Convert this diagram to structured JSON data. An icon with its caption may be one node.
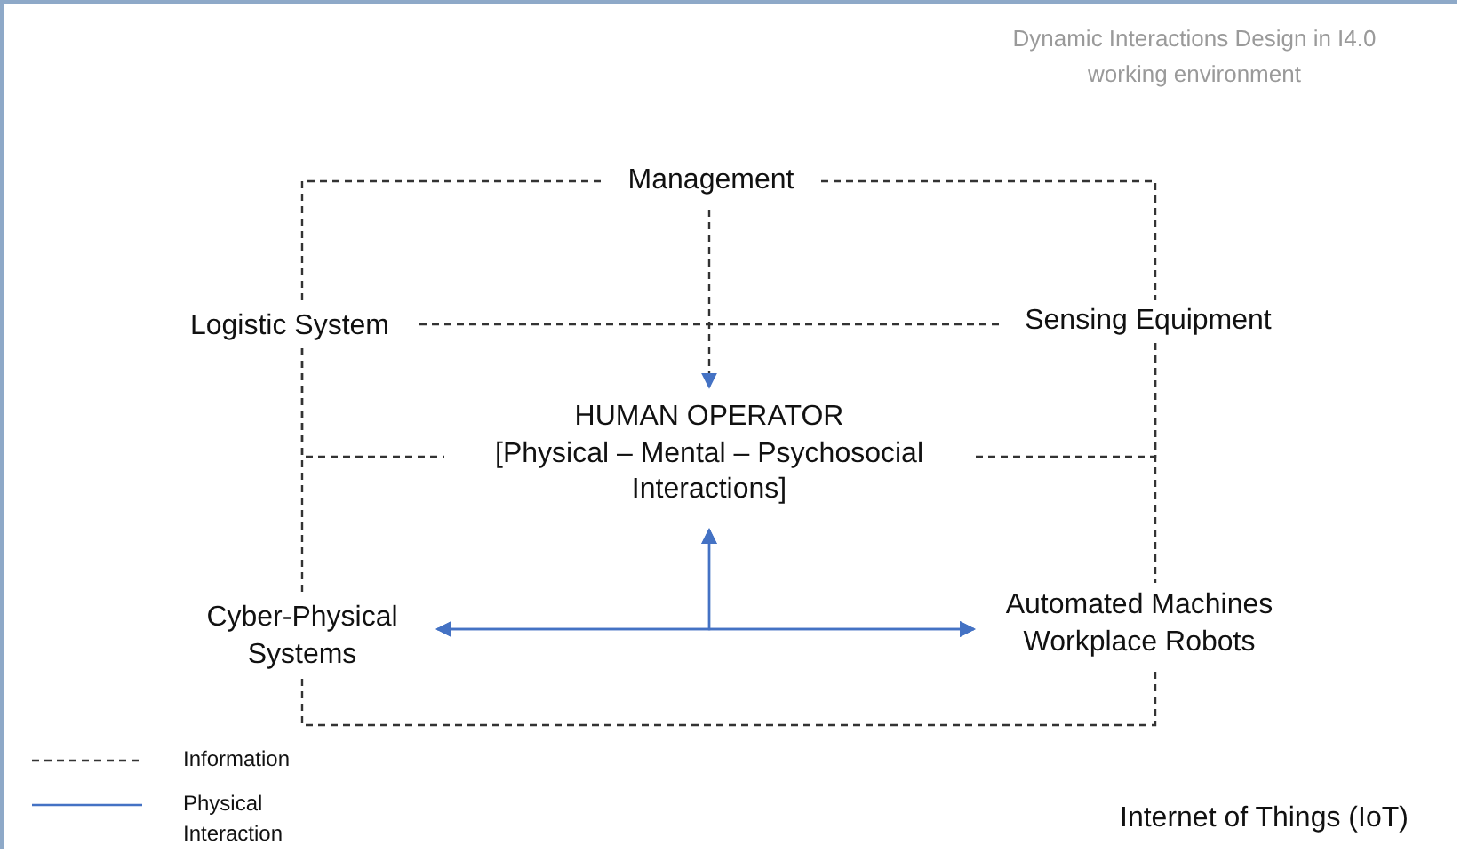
{
  "diagram": {
    "title": "Dynamic Interactions Design in I4.0 working environment",
    "nodes": [
      {
        "text": [
          "Management"
        ]
      },
      {
        "text": [
          "Logistic System"
        ]
      },
      {
        "text": [
          "Sensing Equipment"
        ]
      },
      {
        "text": [
          "HUMAN OPERATOR",
          "[Physical – Mental – Psychosocial Interactions]"
        ]
      },
      {
        "text": [
          "Cyber-Physical Systems"
        ]
      },
      {
        "text": [
          "Automated Machines",
          "Workplace Robots"
        ]
      }
    ],
    "edges": [
      {
        "from": 0,
        "to": 1,
        "arrow": "none",
        "style": "dashed"
      },
      {
        "from": 0,
        "to": 2,
        "arrow": "none",
        "style": "dashed"
      },
      {
        "from": 0,
        "to": 3,
        "arrow": "to",
        "style": "dashed"
      },
      {
        "from": 1,
        "to": 2,
        "arrow": "none",
        "style": "dashed"
      },
      {
        "from": 1,
        "to": 4,
        "arrow": "none",
        "style": "dashed"
      },
      {
        "from": 1,
        "to": 3,
        "arrow": "none",
        "style": "dashed"
      },
      {
        "from": 2,
        "to": 5,
        "arrow": "none",
        "style": "dashed"
      },
      {
        "from": 2,
        "to": 3,
        "arrow": "none",
        "style": "dashed"
      },
      {
        "from": 4,
        "to": 5,
        "arrow": "none",
        "style": "dashed"
      },
      {
        "from": 4,
        "to": 5,
        "arrow": "both",
        "color": "#4472c4"
      },
      {
        "from": 4,
        "to": 3,
        "arrow": "both",
        "color": "#4472c4"
      },
      {
        "from": 5,
        "to": 3,
        "arrow": "both",
        "color": "#4472c4"
      }
    ],
    "labels": [
      "Internet of Things (IoT)"
    ],
    "legend": [
      {
        "text": "Information"
      },
      {
        "text": "Physical Interaction"
      }
    ]
  }
}
